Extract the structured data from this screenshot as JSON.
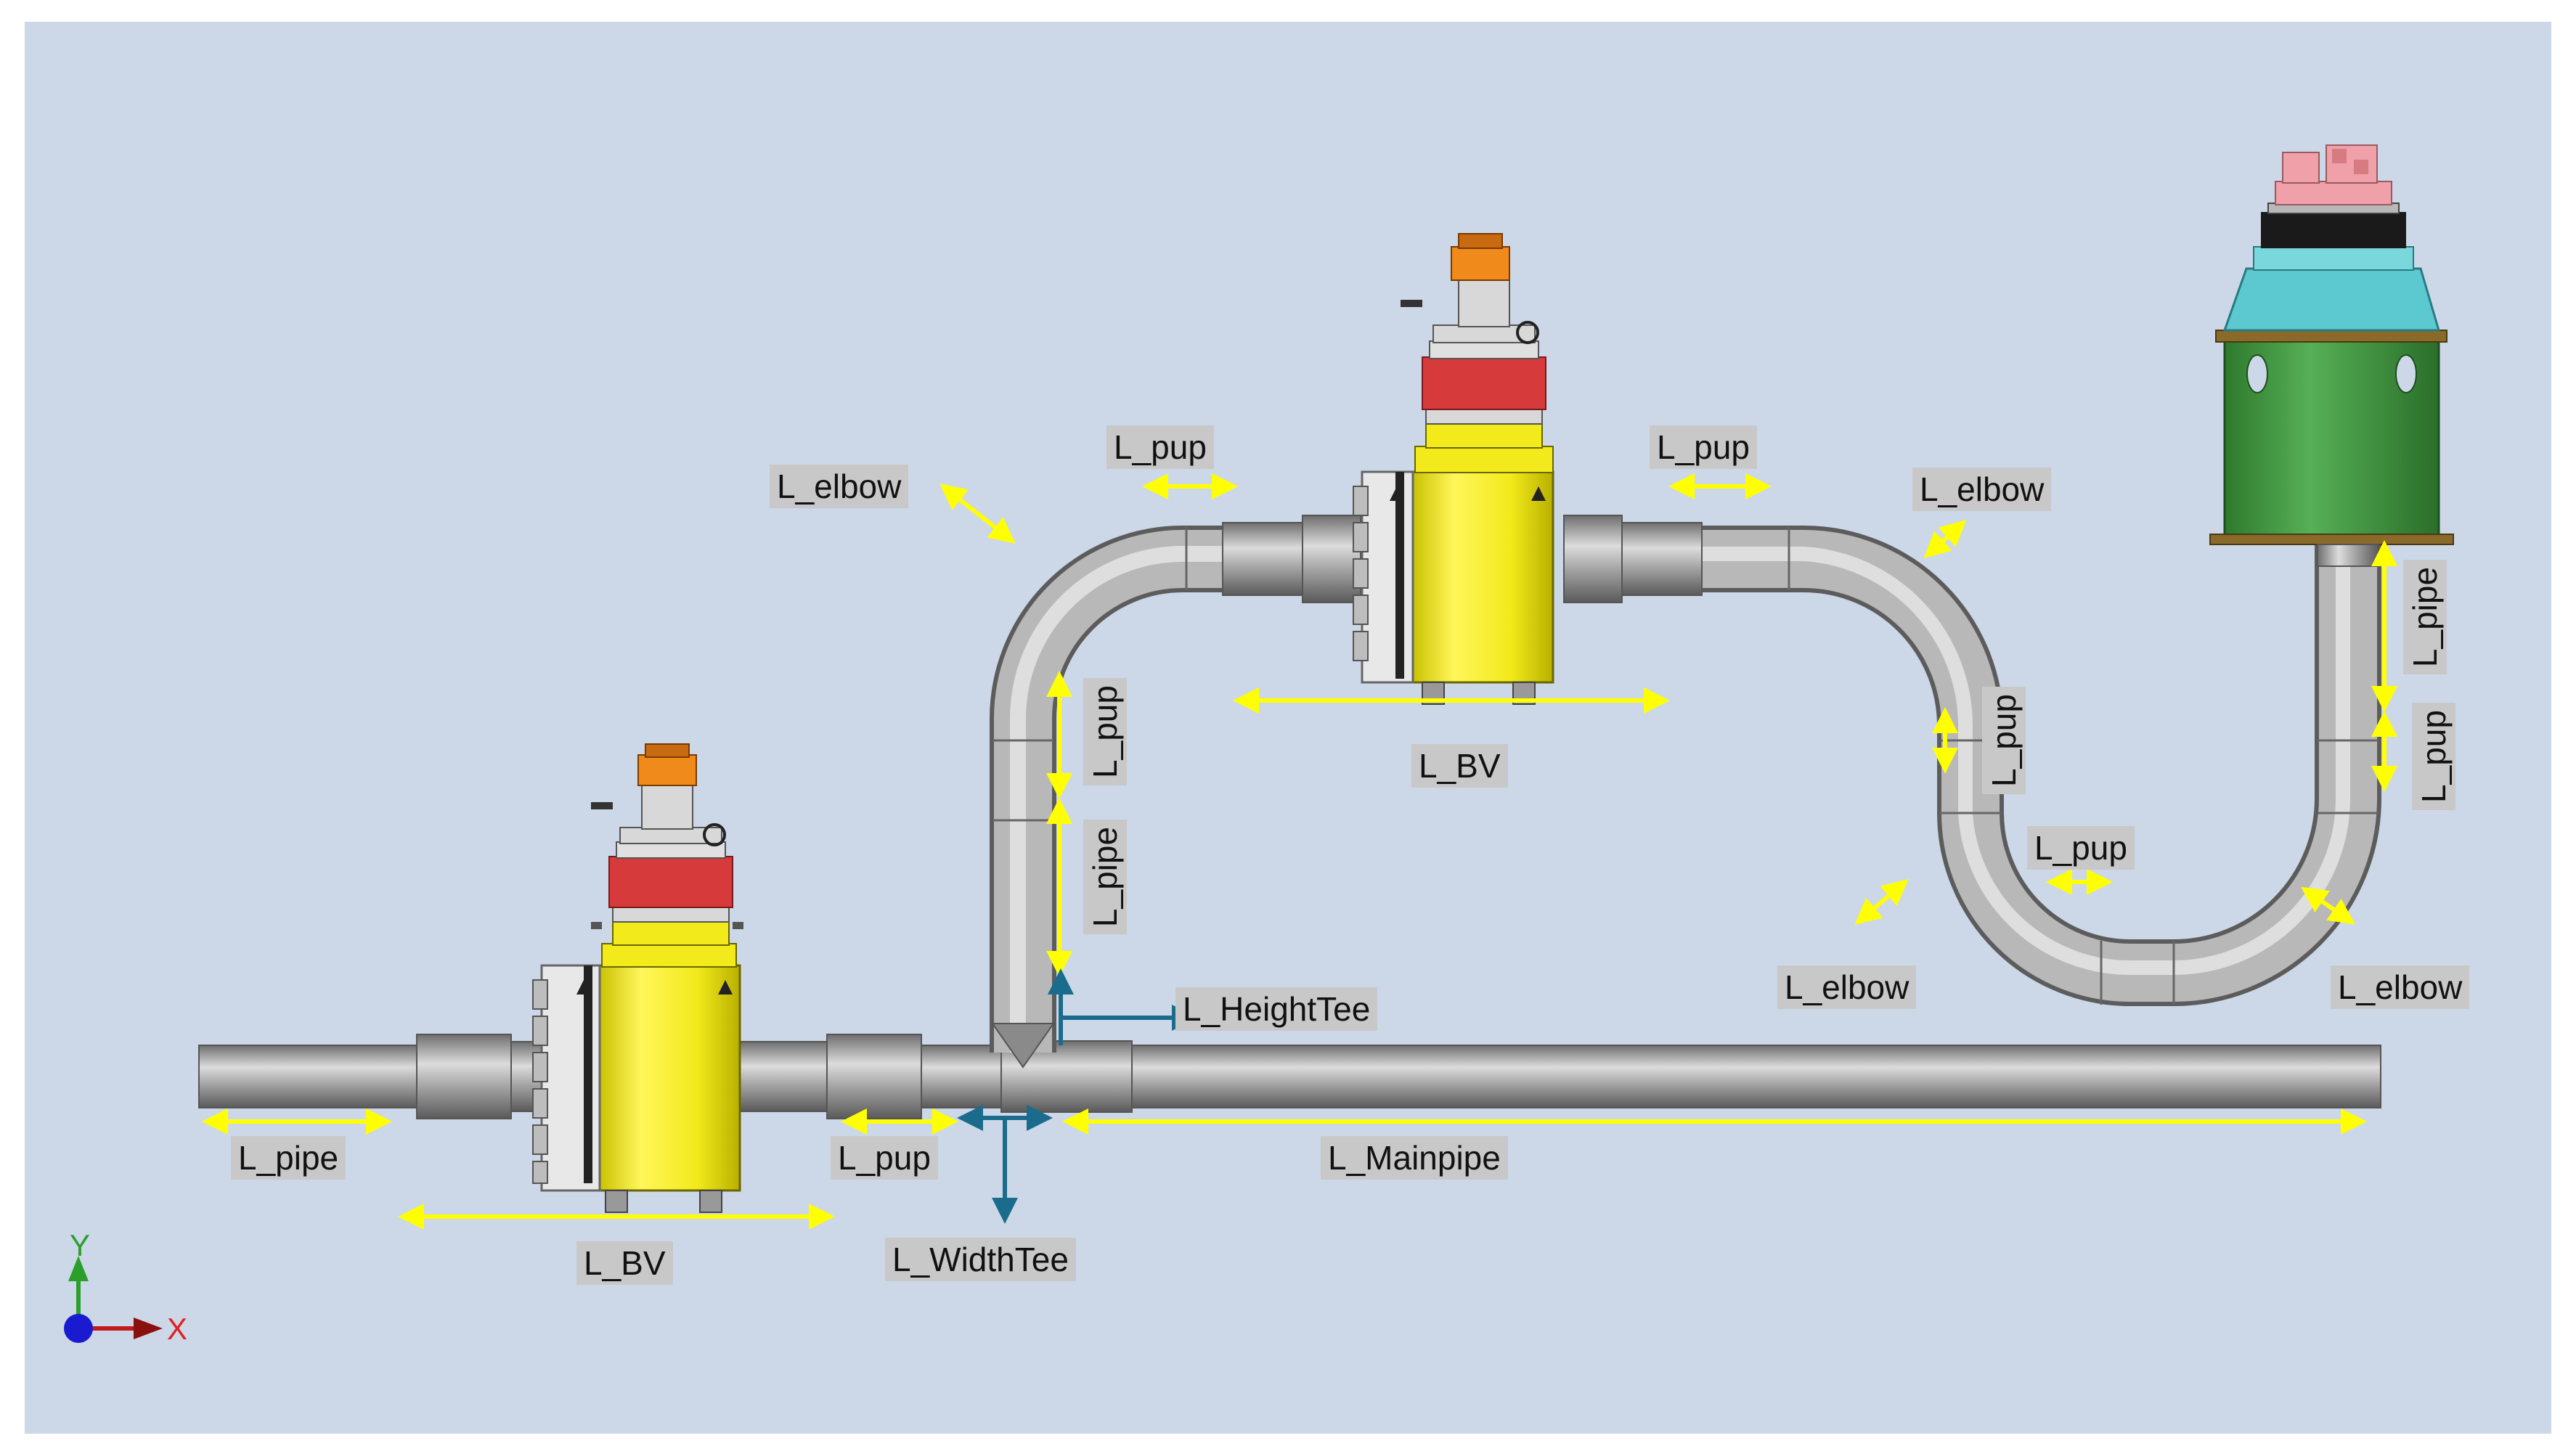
{
  "labels": {
    "l_pipe_left": "L_pipe",
    "l_bv_left": "L_BV",
    "l_pup_bottom": "L_pup",
    "l_widthtee": "L_WidthTee",
    "l_heighttee": "L_HeightTee",
    "l_mainpipe": "L_Mainpipe",
    "l_elbow_left": "L_elbow",
    "l_pup_top_left": "L_pup",
    "l_pup_vertical": "L_pup",
    "l_pipe_vertical": "L_pipe",
    "l_bv_top": "L_BV",
    "l_pup_top_right": "L_pup",
    "l_elbow_top_right": "L_elbow",
    "l_pup_right_vertical": "L_pup",
    "l_pup_ubend": "L_pup",
    "l_elbow_bottom_left": "L_elbow",
    "l_elbow_bottom_right": "L_elbow",
    "l_pipe_right_vertical": "L_pipe",
    "l_pup_far_right": "L_pup"
  },
  "axes": {
    "y_label": "Y",
    "x_label": "X"
  },
  "colors": {
    "background": "#ccd8e8",
    "pipe": "#9a9a9a",
    "valve_body": "#f2ea1a",
    "dimension_arrow": "#ffff00",
    "tee_arrow": "#1a6b8c",
    "actuator_red": "#d63a3a",
    "actuator_orange": "#f08a1a",
    "tower_green": "#3c9a3c",
    "tower_cyan": "#5cc8d0",
    "tower_pink": "#f0a0a8"
  },
  "icons": [
    "axis-triad-icon",
    "ball-valve-icon",
    "wellhead-tower-icon"
  ]
}
